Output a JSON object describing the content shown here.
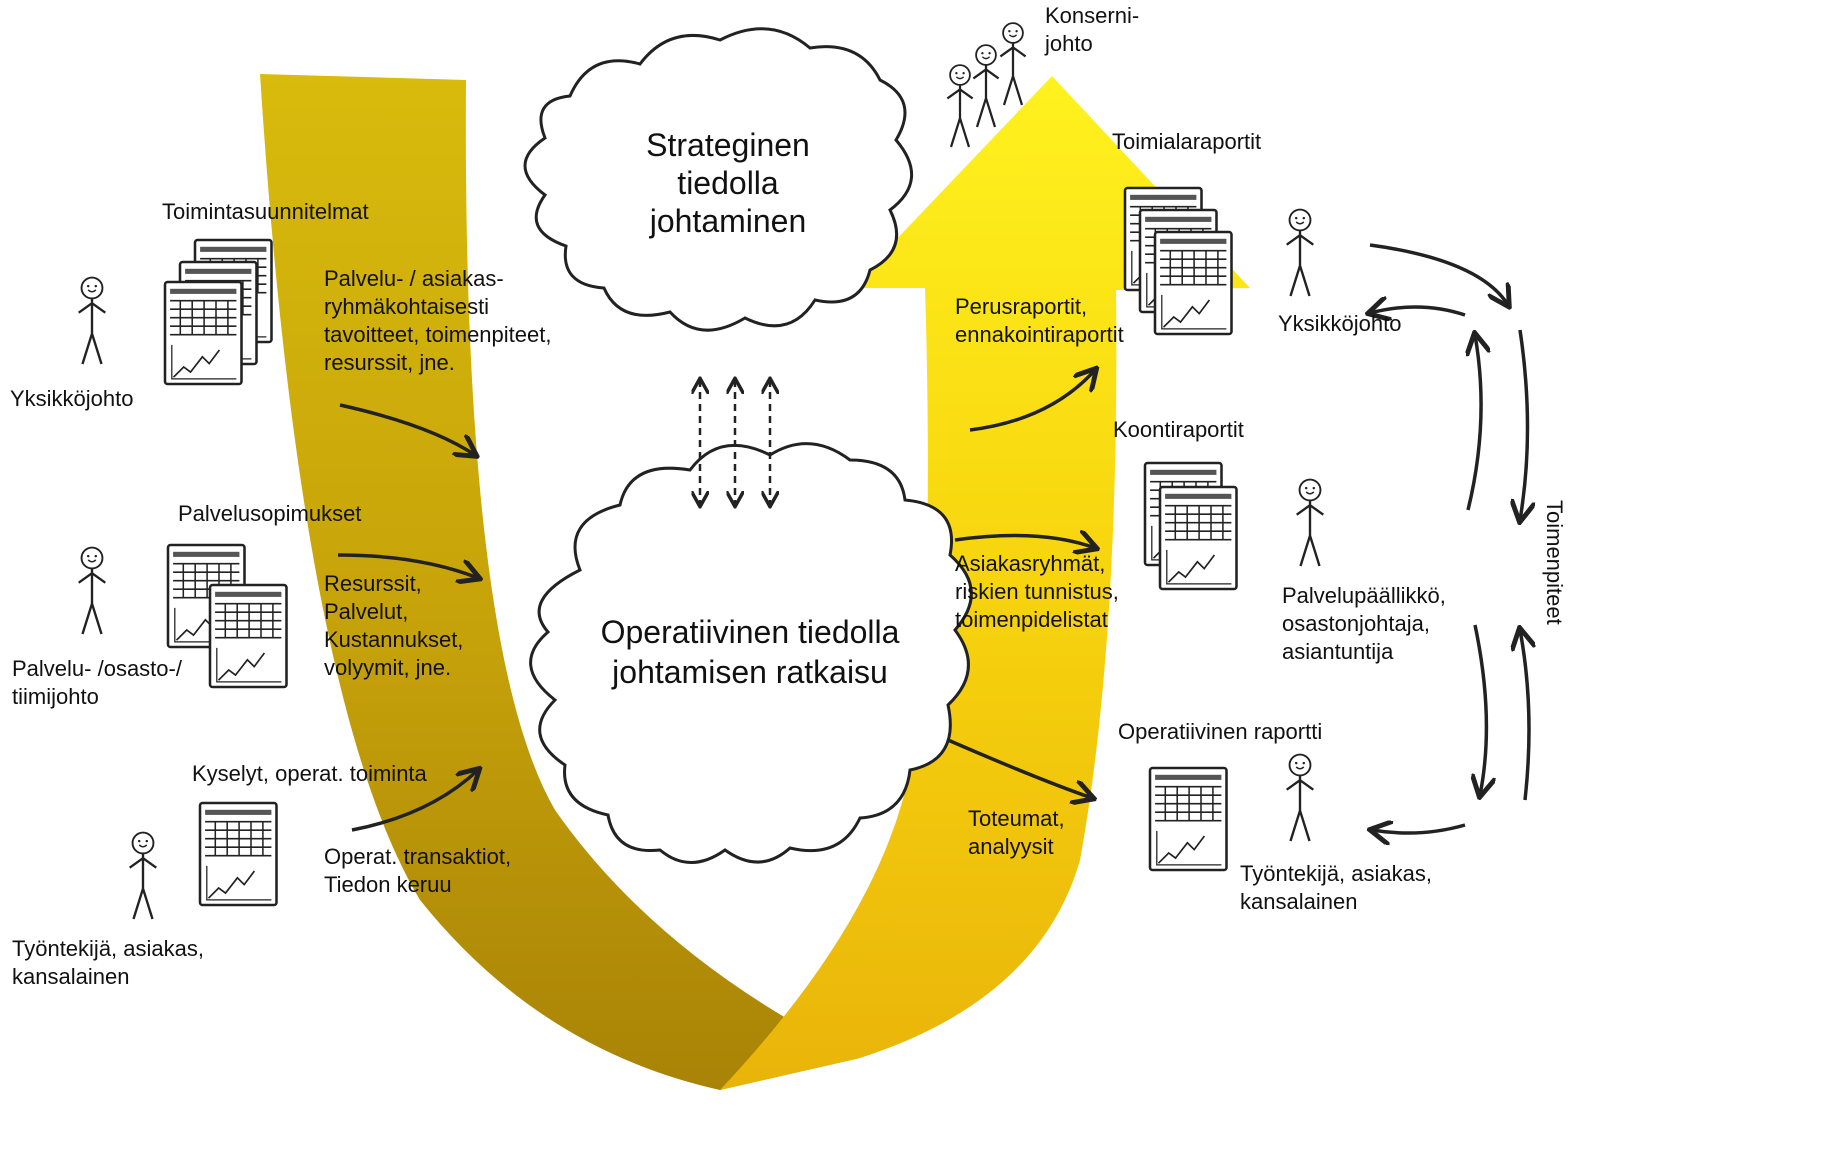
{
  "clouds": {
    "strategic": "Strateginen\ntiedolla\njohtaminen",
    "operative": "Operatiivinen tiedolla\njohtamisen ratkaisu"
  },
  "left": {
    "plans_title": "Toimintasuunnitelmat",
    "plans_text": "Palvelu- / asiakas-\nryhmäkohtaisesti\ntavoitteet, toimenpiteet,\nresurssit, jne.",
    "unit_mgmt": "Yksikköjohto",
    "agreements_title": "Palvelusopimukset",
    "agreements_text": "Resurssit,\nPalvelut,\nKustannukset,\nvolyymit, jne.",
    "service_mgmt": "Palvelu- /osasto-/\ntiimijohto",
    "surveys_title": "Kyselyt, operat. toiminta",
    "transactions_text": "Operat. transaktiot,\nTiedon keruu",
    "worker": "Työntekijä, asiakas,\nkansalainen"
  },
  "right": {
    "group_mgmt": "Konserni-\njohto",
    "industry_reports": "Toimialaraportit",
    "basic_reports": "Perusraportit,\nennakointiraportit",
    "unit_mgmt": "Yksikköjohto",
    "summary_reports": "Koontiraportit",
    "customer_groups": "Asiakasryhmät,\nriskien tunnistus,\ntoimenpidelistat",
    "service_manager": "Palvelupäällikkö,\nosastonjohtaja,\nasiantuntija",
    "operative_report": "Operatiivinen raportti",
    "actuals": "Toteumat,\nanalyysit",
    "worker": "Työntekijä, asiakas,\nkansalainen",
    "actions": "Toimenpiteet"
  },
  "colors": {
    "band_dark": "#b48c08",
    "band_light": "#fff01e",
    "ink": "#222222"
  }
}
